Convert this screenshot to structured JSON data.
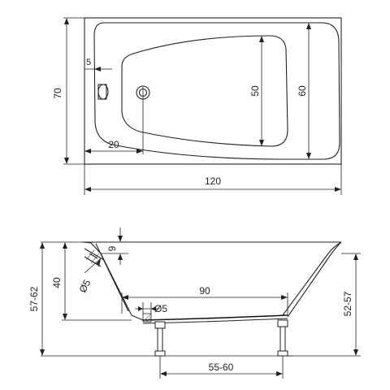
{
  "top_view": {
    "length": "120",
    "width": "70",
    "inner_width": "60",
    "basin_width": "50",
    "wall": "5",
    "drain_offset": "20"
  },
  "side_view": {
    "rim_height": "57-62",
    "wall_height": "40",
    "rim_to_front": "52-57",
    "basin_floor_length": "90",
    "leg_spacing": "55-60",
    "edge_offset": "9",
    "drain_dia_side": "Ø5",
    "drain_dia_bottom": "Ø5"
  }
}
